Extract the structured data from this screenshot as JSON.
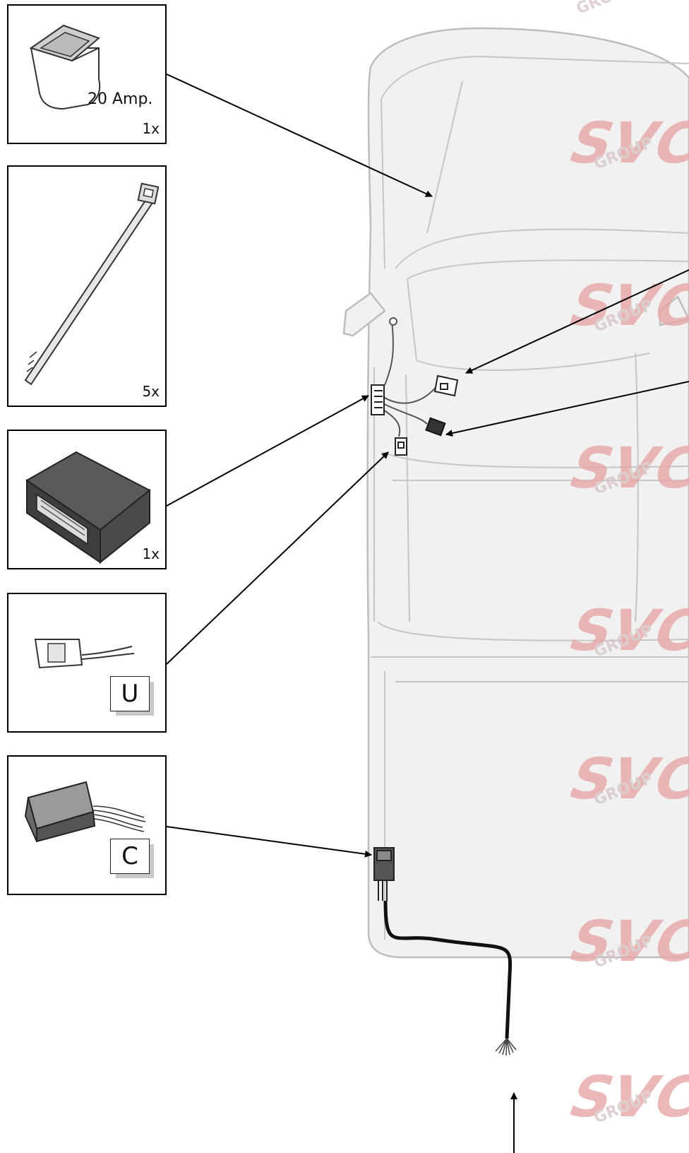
{
  "parts": {
    "fuse": {
      "label": "20 Amp.",
      "qty": "1x"
    },
    "cable_tie": {
      "qty": "5x"
    },
    "module": {
      "qty": "1x"
    },
    "connector_u": {
      "tag": "U"
    },
    "connector_c": {
      "tag": "C"
    }
  },
  "watermark": {
    "brand": "SVC",
    "sub": "GROUP",
    "color": "#e8a6a6"
  }
}
